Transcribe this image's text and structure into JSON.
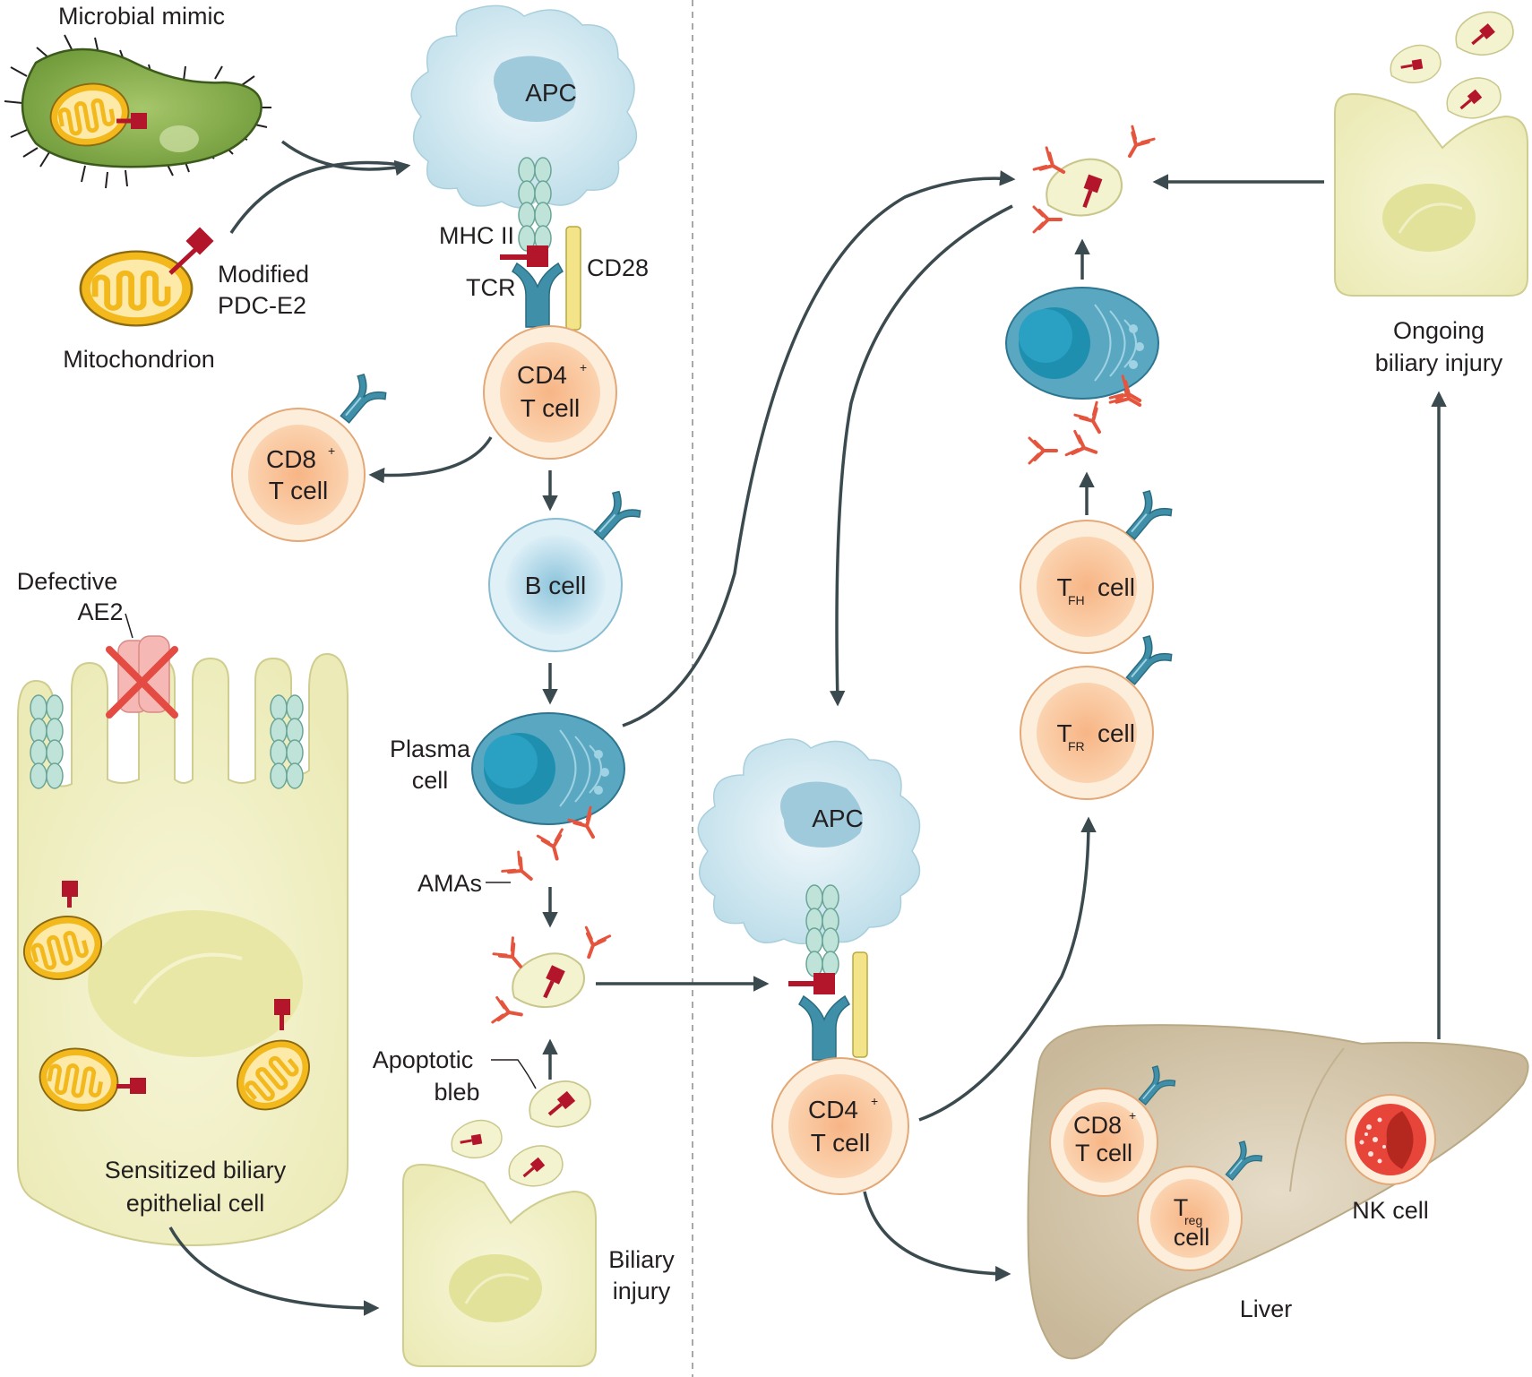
{
  "labels": {
    "microbial_mimic": "Microbial mimic",
    "modified": "Modified",
    "pdc_e2": "PDC-E2",
    "mitochondrion": "Mitochondrion",
    "apc": "APC",
    "mhc_ii": "MHC II",
    "tcr": "TCR",
    "cd28": "CD28",
    "cd4": "CD4",
    "cd8": "CD8",
    "t_cell": "T cell",
    "sup_plus": "+",
    "b_cell": "B cell",
    "plasma": "Plasma",
    "cell": "cell",
    "amas": "AMAs",
    "apoptotic": "Apoptotic",
    "bleb": "bleb",
    "defective": "Defective",
    "ae2": "AE2",
    "sensitized_biliary": "Sensitized biliary",
    "epithelial_cell": "epithelial cell",
    "biliary": "Biliary",
    "injury": "injury",
    "t_letter": "T",
    "fh": "FH",
    "fr": "FR",
    "reg": "reg",
    "nk_cell": "NK cell",
    "liver": "Liver",
    "ongoing": "Ongoing",
    "biliary_injury": "biliary injury"
  },
  "colors": {
    "microbe": "#8db04f",
    "mitochondrion": "#f2b81c",
    "pdc_e2": "#b3162a",
    "apc": "#cfe6ee",
    "apc_nucleus": "#a9d2df",
    "mhc": "#bfe3d8",
    "tcr": "#3f8fa8",
    "cd28": "#f3e48a",
    "t_cell": "#f9c9a0",
    "b_cell": "#b9dceb",
    "plasma_cell": "#5aa7c2",
    "antibody": "#e5553e",
    "epithelial": "#f0efc2",
    "liver": "#d9ccb3",
    "nk": "#e8453a",
    "arrow": "#3b4a4f"
  }
}
